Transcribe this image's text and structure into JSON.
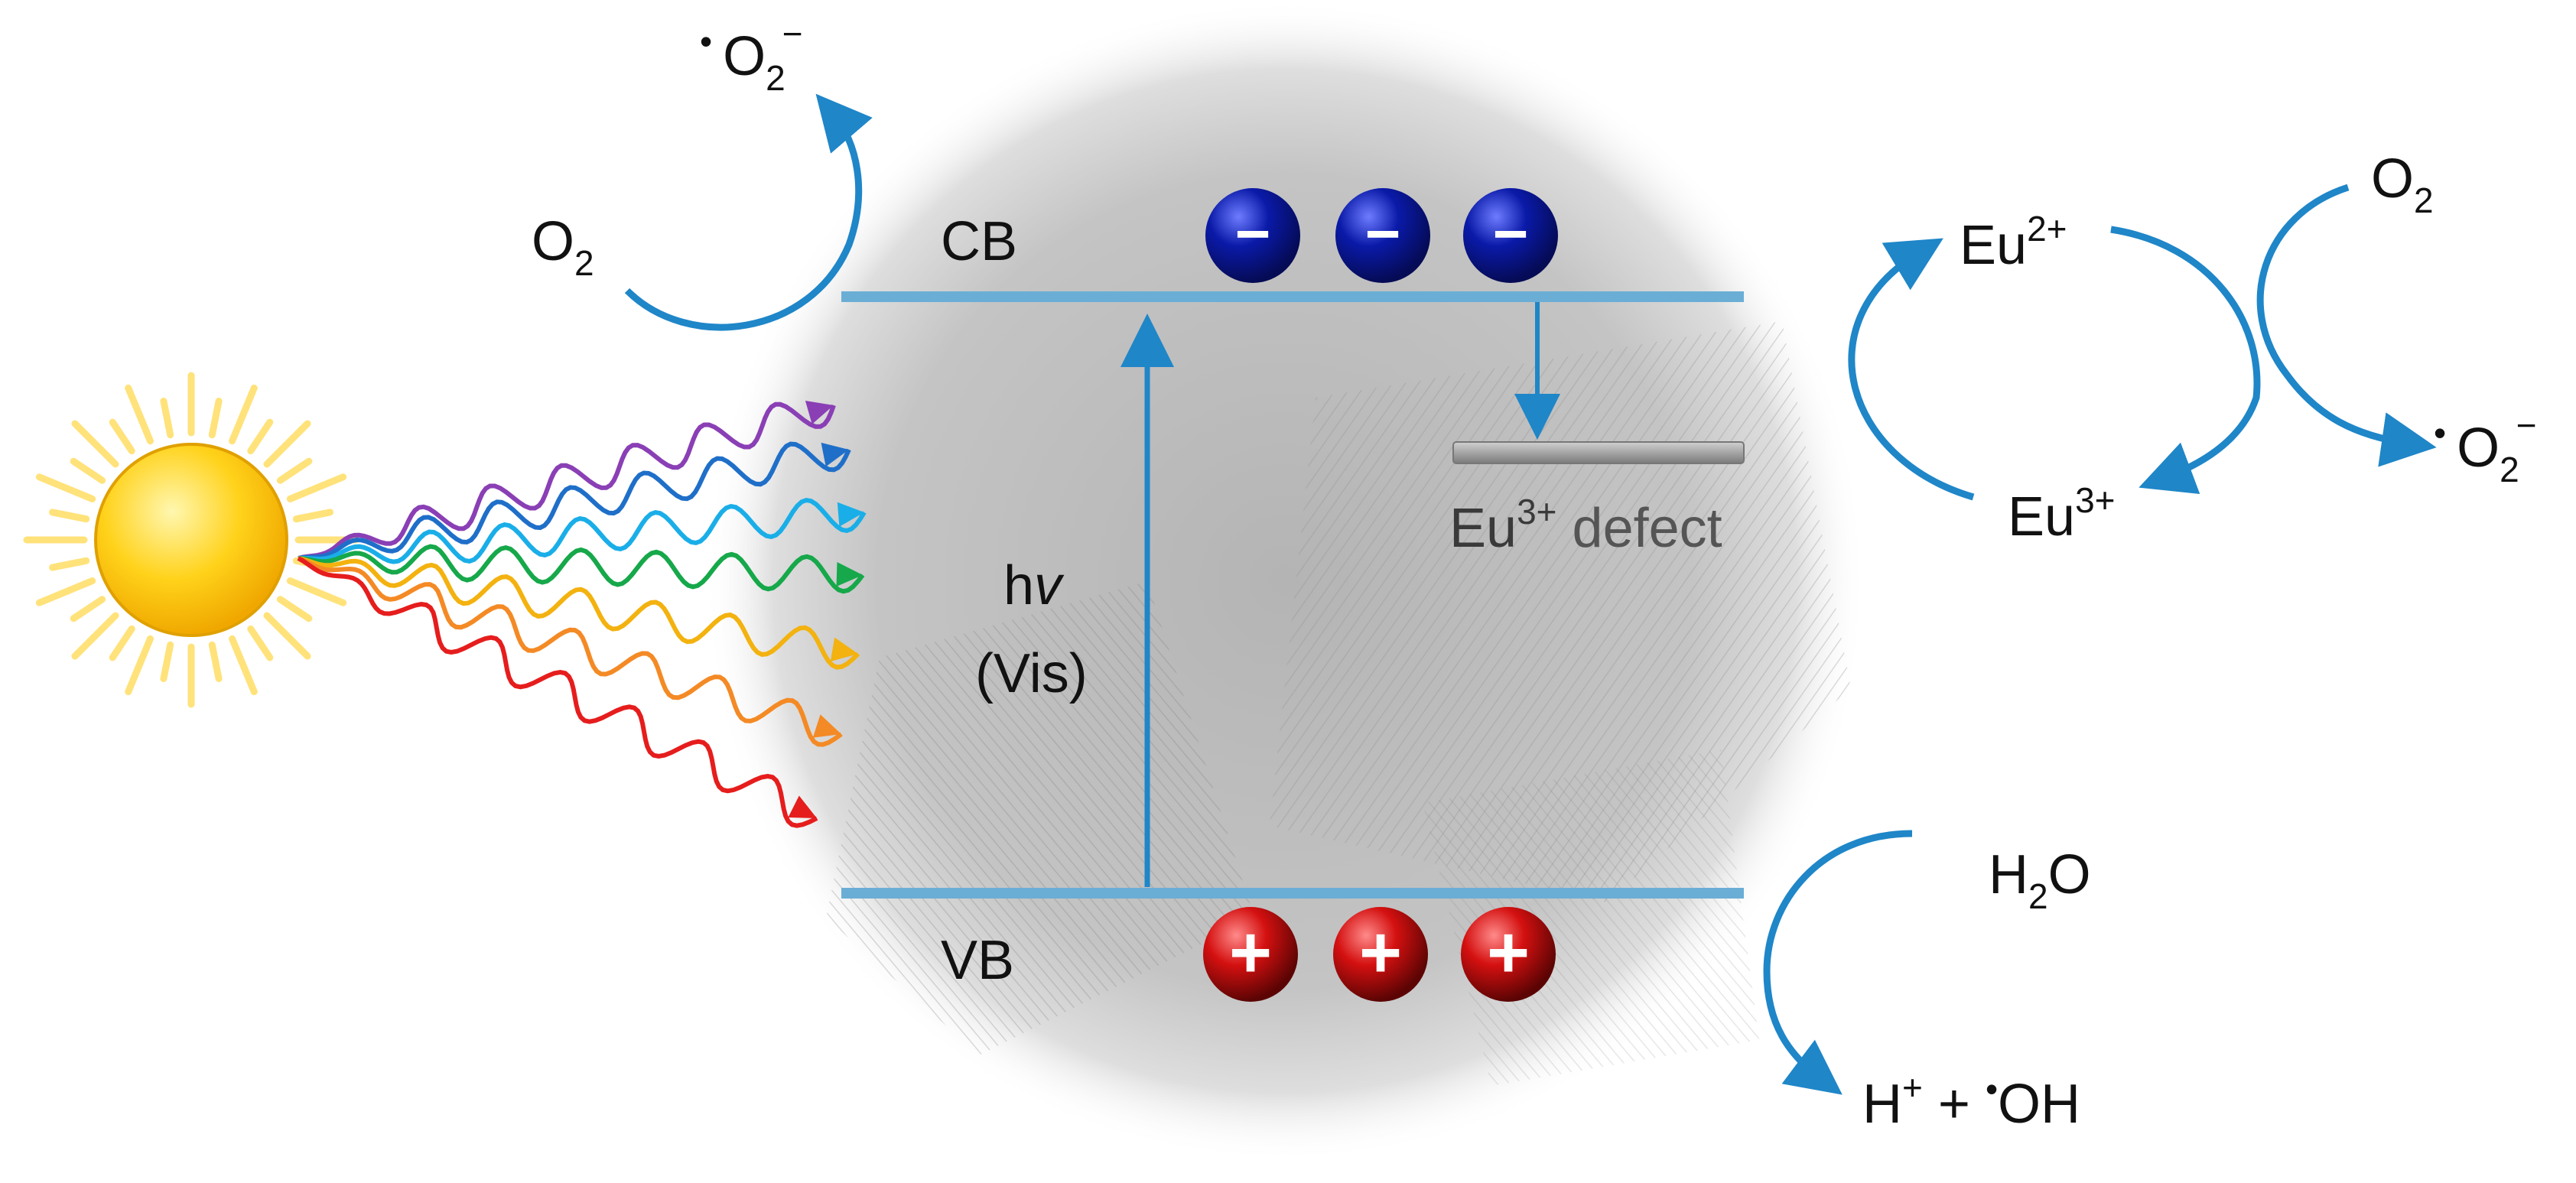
{
  "labels": {
    "cb": "CB",
    "vb": "VB",
    "hv_h": "h",
    "hv_v": "v",
    "vis": "(Vis)",
    "defect_eu": "Eu",
    "defect_sup": "3+",
    "defect_word": " defect",
    "o2_left": {
      "base": "O",
      "sub": "2"
    },
    "superoxide_left": {
      "dot": "•",
      "base": "O",
      "sub": "2",
      "sup": "−"
    },
    "eu2": {
      "base": "Eu",
      "sup": "2+"
    },
    "eu3": {
      "base": "Eu",
      "sup": "3+"
    },
    "o2_right": {
      "base": "O",
      "sub": "2"
    },
    "superoxide_right": {
      "dot": "•",
      "base": "O",
      "sub": "2",
      "sup": "−"
    },
    "h2o": {
      "base": "H",
      "sub": "2",
      "tail": "O"
    },
    "products": {
      "h": "H",
      "hsup": "+",
      "plus": " + ",
      "dot": "•",
      "oh": "OH"
    }
  },
  "charges": {
    "electron_symbol": "−",
    "hole_symbol": "+",
    "electrons": 3,
    "holes": 3
  },
  "colors": {
    "band": "#6aaed6",
    "arrow": "#1f86c8",
    "electron": "#0a1aa8",
    "hole": "#d41010",
    "defect": "#9a9a9a",
    "sun": "#ffd21a",
    "light_rays": [
      "#8a3fb5",
      "#1f6fc9",
      "#1aaee8",
      "#16a84a",
      "#f3b20f",
      "#f48a25",
      "#e61d1d"
    ]
  }
}
